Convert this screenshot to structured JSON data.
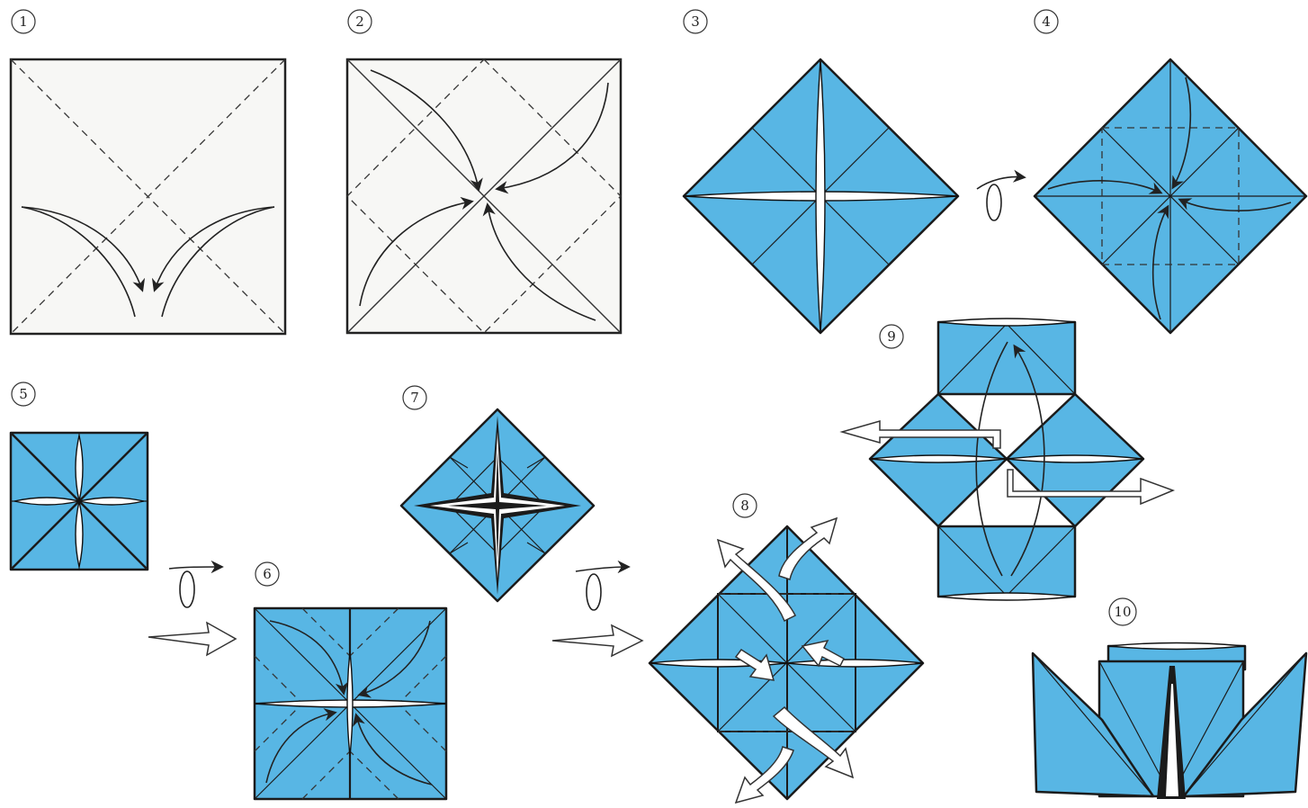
{
  "steps": [
    {
      "label": "1"
    },
    {
      "label": "2"
    },
    {
      "label": "3"
    },
    {
      "label": "4"
    },
    {
      "label": "5"
    },
    {
      "label": "6"
    },
    {
      "label": "7"
    },
    {
      "label": "8"
    },
    {
      "label": "9"
    },
    {
      "label": "10"
    }
  ],
  "colors": {
    "paper_blue": "#58b6e4",
    "paper_white": "#f7f7f5",
    "outline": "#1b1b1b"
  },
  "icons": [
    "fold-arrow-icon",
    "flip-over-icon",
    "next-step-arrow-icon",
    "pull-out-arrow-icon"
  ]
}
